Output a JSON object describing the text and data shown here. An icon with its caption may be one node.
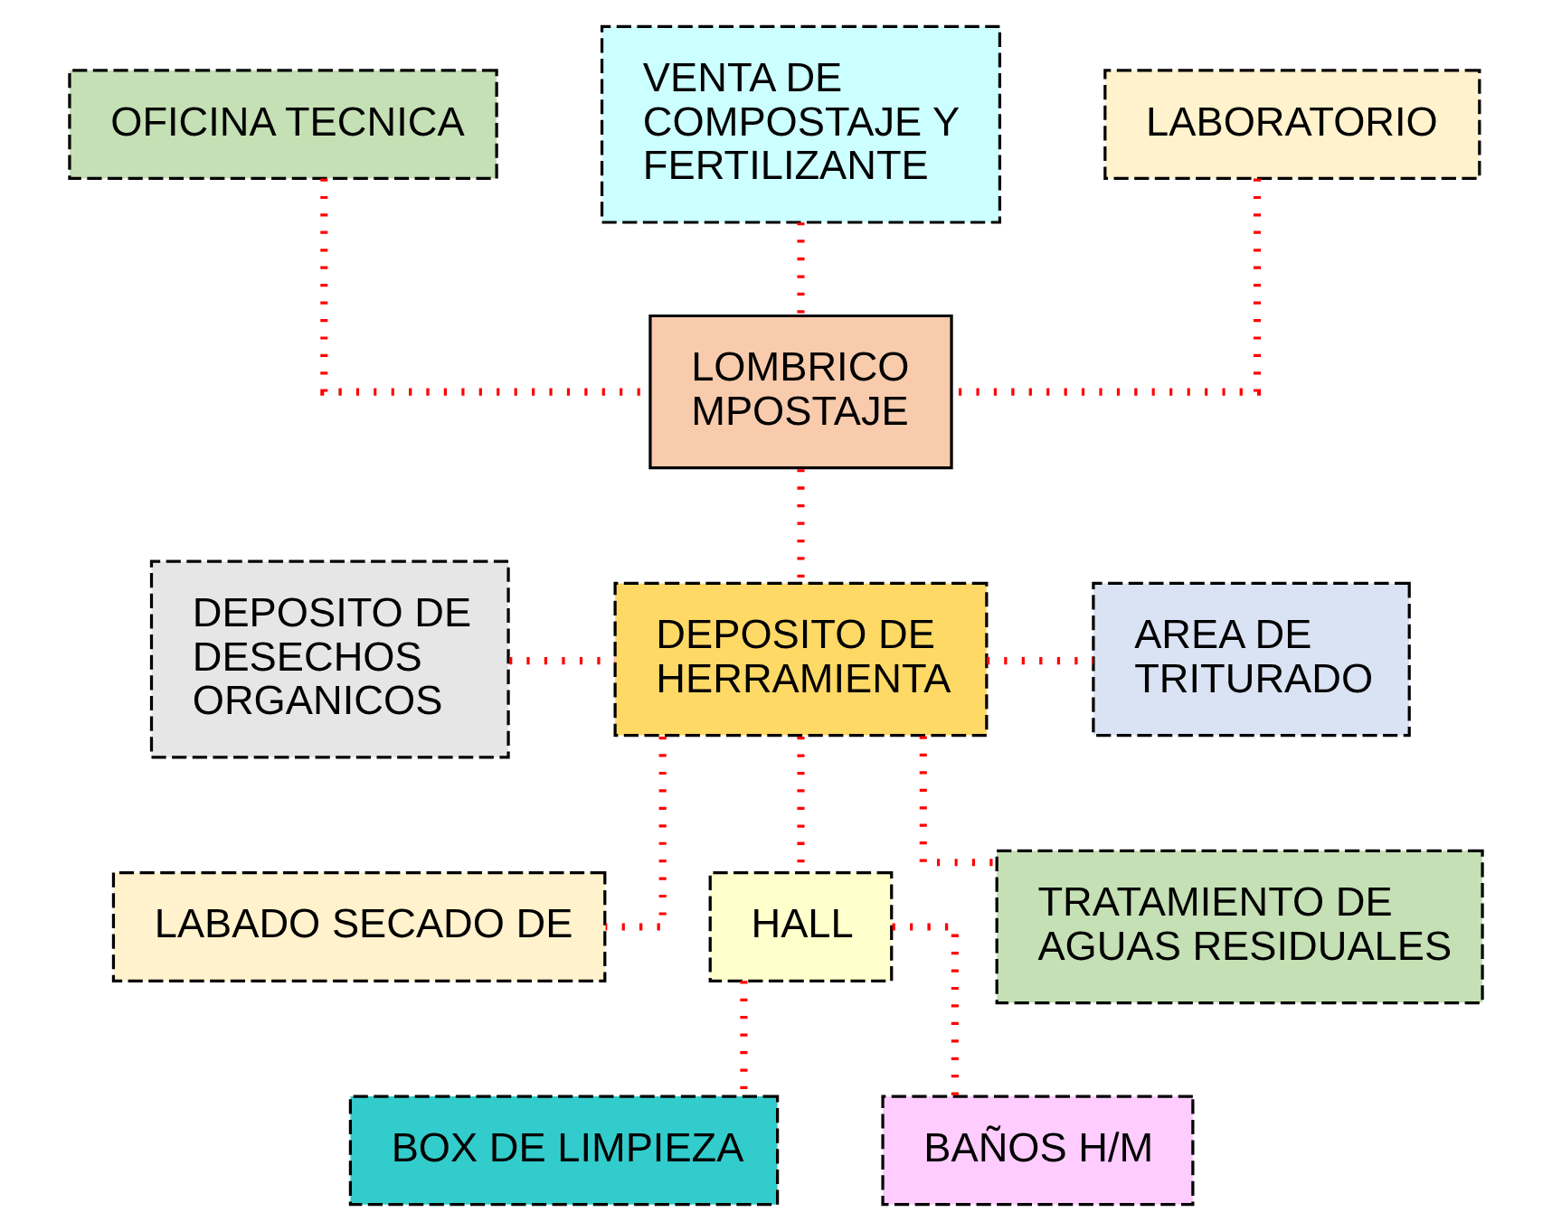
{
  "diagram": {
    "nodes": [
      {
        "text": [
          "OFICINA TECNICA"
        ]
      },
      {
        "text": [
          "VENTA DE COMPOSTAJE Y FERTILIZANTE"
        ]
      },
      {
        "text": [
          "LABORATORIO"
        ]
      },
      {
        "text": [
          "LOMBRICO MPOSTAJE"
        ]
      },
      {
        "text": [
          "DEPOSITO DE DESECHOS ORGANICOS"
        ]
      },
      {
        "text": [
          "DEPOSITO DE HERRAMIENTA"
        ]
      },
      {
        "text": [
          "AREA DE TRITURADO"
        ]
      },
      {
        "text": [
          "LABADO SECADO DE"
        ]
      },
      {
        "text": [
          "HALL"
        ]
      },
      {
        "text": [
          "TRATAMIENTO DE AGUAS RESIDUALES"
        ]
      },
      {
        "text": [
          "BOX DE LIMPIEZA"
        ]
      },
      {
        "text": [
          "BAÑOS H/M"
        ]
      }
    ],
    "edges": [
      {
        "from": 0,
        "to": 3,
        "arrow": "none"
      },
      {
        "from": 1,
        "to": 3,
        "arrow": "none"
      },
      {
        "from": 2,
        "to": 3,
        "arrow": "none"
      },
      {
        "from": 3,
        "to": 5,
        "arrow": "none"
      },
      {
        "from": 4,
        "to": 5,
        "arrow": "none"
      },
      {
        "from": 5,
        "to": 6,
        "arrow": "none"
      },
      {
        "from": 5,
        "to": 7,
        "arrow": "none"
      },
      {
        "from": 5,
        "to": 8,
        "arrow": "none"
      },
      {
        "from": 5,
        "to": 9,
        "arrow": "none"
      },
      {
        "from": 8,
        "to": 10,
        "arrow": "none"
      },
      {
        "from": 8,
        "to": 11,
        "arrow": "none"
      }
    ]
  }
}
